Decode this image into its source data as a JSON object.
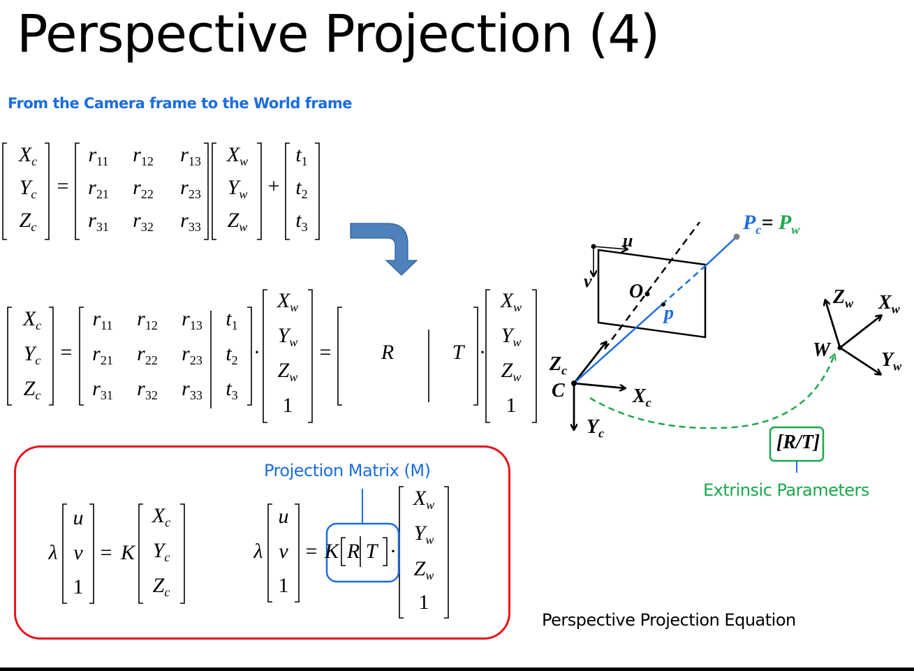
{
  "slide": {
    "title": "Perspective Projection (4)",
    "subtitle": "From the Camera frame to the World frame",
    "caption": "Perspective Projection Equation"
  },
  "colors": {
    "blue": "#1a6de0",
    "green": "#19a84a",
    "red": "#e8121b",
    "arrow_fill": "#4f81bd"
  },
  "equation1": {
    "lhs": [
      "X",
      "c",
      "Y",
      "c",
      "Z",
      "c"
    ],
    "rotation": [
      [
        "r",
        "11"
      ],
      [
        "r",
        "12"
      ],
      [
        "r",
        "13"
      ],
      [
        "r",
        "21"
      ],
      [
        "r",
        "22"
      ],
      [
        "r",
        "23"
      ],
      [
        "r",
        "31"
      ],
      [
        "r",
        "32"
      ],
      [
        "r",
        "33"
      ]
    ],
    "world": [
      "X",
      "w",
      "Y",
      "w",
      "Z",
      "w"
    ],
    "translation": [
      [
        "t",
        "1"
      ],
      [
        "t",
        "2"
      ],
      [
        "t",
        "3"
      ]
    ],
    "equals": "=",
    "plus": "+"
  },
  "equation2": {
    "equals": "=",
    "dot": "·",
    "one": "1",
    "R": "R",
    "T": "T"
  },
  "box": {
    "projection_matrix_label": "Projection Matrix (M)",
    "lambda": "λ",
    "u": "u",
    "v": "v",
    "one": "1",
    "K": "K",
    "RT_R": "R",
    "RT_T": "T"
  },
  "diagram": {
    "u": "u",
    "v": "v",
    "O": "O",
    "p": "p",
    "C": "C",
    "Zc": [
      "Z",
      "c"
    ],
    "Xc": [
      "X",
      "c"
    ],
    "Yc": [
      "Y",
      "c"
    ],
    "Pc": [
      "P",
      "c"
    ],
    "eq": "=",
    "Pw": [
      "P",
      "w"
    ],
    "W": "W",
    "Zw": [
      "Z",
      "w"
    ],
    "Xw": [
      "X",
      "w"
    ],
    "Yw": [
      "Y",
      "w"
    ],
    "RT": "[R/T]",
    "extrinsic_label": "Extrinsic Parameters"
  }
}
